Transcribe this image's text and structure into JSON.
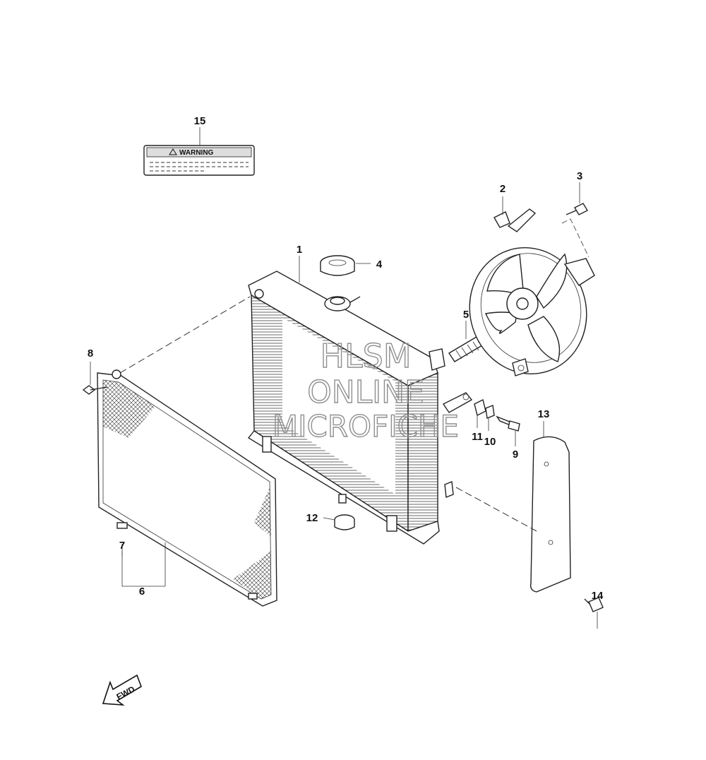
{
  "labels": {
    "p1": "1",
    "p2": "2",
    "p3": "3",
    "p4": "4",
    "p5": "5",
    "p6": "6",
    "p7": "7",
    "p8": "8",
    "p9": "9",
    "p10": "10",
    "p11": "11",
    "p12": "12",
    "p13": "13",
    "p14": "14",
    "p15": "15"
  },
  "warning_label": {
    "text": "WARNING"
  },
  "direction_arrow": {
    "text": "FWD"
  },
  "watermark": {
    "line1": "HLSM",
    "line2": "ONLINE",
    "line3": "MICROFICHE"
  }
}
